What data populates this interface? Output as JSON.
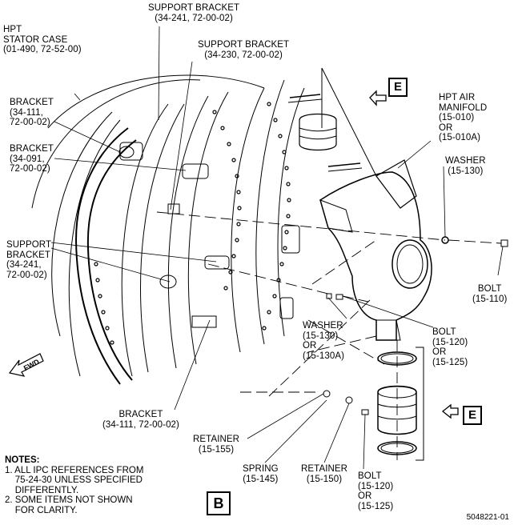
{
  "labels": {
    "hpt_stator_case": "HPT\nSTATOR CASE\n(01-490, 72-52-00)",
    "support_bracket_1": "SUPPORT BRACKET\n(34-241, 72-00-02)",
    "support_bracket_2": "SUPPORT BRACKET\n(34-230, 72-00-02)",
    "bracket_a": "BRACKET\n(34-111,\n72-00-02)",
    "bracket_b": "BRACKET\n(34-091,\n72-00-02)",
    "support_bracket_left": "SUPPORT\nBRACKET\n(34-241,\n72-00-02)",
    "bracket_bottom": "BRACKET\n(34-111, 72-00-02)",
    "hpt_air_manifold": "HPT AIR\nMANIFOLD\n(15-010)\nOR\n(15-010A)",
    "washer_right": "WASHER\n(15-130)",
    "bolt_right": "BOLT\n(15-110)",
    "washer_mid": "WASHER\n(15-130)\nOR\n(15-130A)",
    "bolt_mid": "BOLT\n(15-120)\nOR\n(15-125)",
    "retainer_155": "RETAINER\n(15-155)",
    "spring_145": "SPRING\n(15-145)",
    "retainer_150": "RETAINER\n(15-150)",
    "bolt_bottom": "BOLT\n(15-120)\nOR\n(15-125)",
    "fwd": "FWD"
  },
  "callouts": {
    "view_top": "E",
    "view_bottom": "E",
    "view_b": "B"
  },
  "notes": {
    "heading": "NOTES:",
    "items": [
      "1. ALL IPC REFERENCES FROM\n    75-24-30 UNLESS SPECIFIED\n    DIFFERENTLY.",
      "2. SOME ITEMS NOT SHOWN\n    FOR CLARITY."
    ]
  },
  "figure_id": "5048221-01"
}
